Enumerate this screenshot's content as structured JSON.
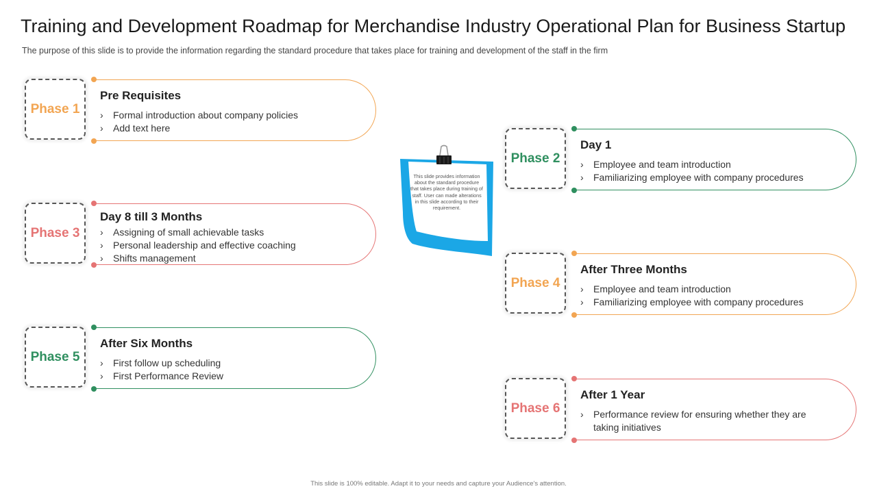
{
  "header": {
    "title": "Training and Development Roadmap for Merchandise Industry Operational Plan for Business Startup",
    "subtitle": "The purpose of this slide is to provide the information regarding the standard procedure that takes place for training and development of the staff in the firm"
  },
  "phases": [
    {
      "label": "Phase 1",
      "heading": "Pre Requisites",
      "bullets": [
        "Formal introduction about company policies",
        "Add text here"
      ],
      "color": "#f2a552"
    },
    {
      "label": "Phase 2",
      "heading": "Day  1",
      "bullets": [
        "Employee and team introduction",
        "Familiarizing  employee with company procedures"
      ],
      "color": "#2f8f5f"
    },
    {
      "label": "Phase 3",
      "heading": "Day 8 till 3 Months",
      "bullets": [
        "Assigning of small achievable tasks",
        "Personal leadership and effective coaching",
        "Shifts management"
      ],
      "color": "#e57474"
    },
    {
      "label": "Phase 4",
      "heading": "After Three Months",
      "bullets": [
        "Employee and team introduction",
        "Familiarizing  employee with company procedures"
      ],
      "color": "#f2a552"
    },
    {
      "label": "Phase 5",
      "heading": "After Six Months",
      "bullets": [
        "First follow up scheduling",
        "First Performance Review"
      ],
      "color": "#2f8f5f"
    },
    {
      "label": "Phase 6",
      "heading": "After 1 Year",
      "bullets": [
        "Performance review for ensuring whether they are taking initiatives"
      ],
      "color": "#e57474"
    }
  ],
  "note": {
    "text": "This slide provides information about the standard procedure that takes  place during training of staff. User can made alterations  in this slide according to their requirement.",
    "accent": "#1ba7e6",
    "icon": "binder-clip-icon"
  },
  "footer": {
    "text": "This slide is 100% editable. Adapt it to your needs and capture your Audience's attention."
  }
}
